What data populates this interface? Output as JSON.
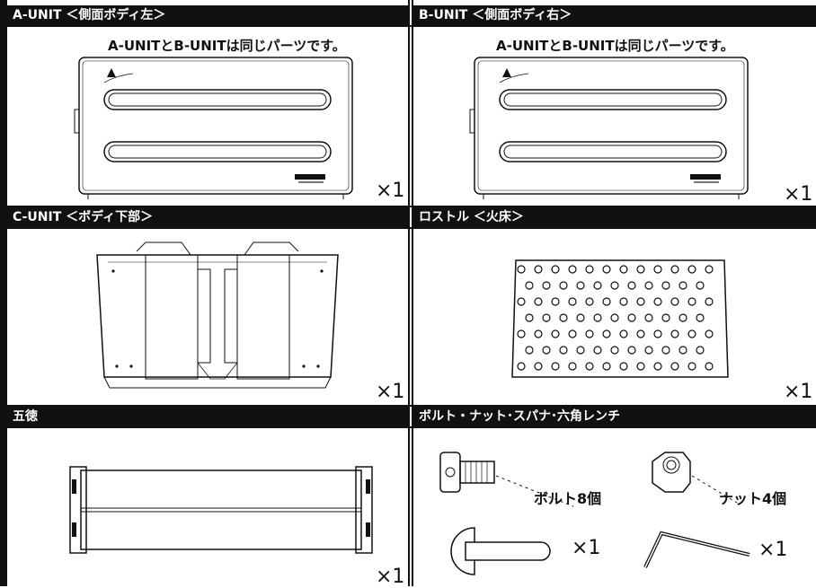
{
  "panels": {
    "a_unit": {
      "header": "A-UNIT ＜側面ボディ左＞",
      "caption": "A-UNITとB-UNITは同じパーツです。",
      "quantity": "×1"
    },
    "b_unit": {
      "header": "B-UNIT ＜側面ボディ右＞",
      "caption": "A-UNITとB-UNITは同じパーツです。",
      "quantity": "×1"
    },
    "c_unit": {
      "header": "C-UNIT ＜ボディ下部＞",
      "quantity": "×1"
    },
    "rostle": {
      "header": "ロストル ＜火床＞",
      "quantity": "×1"
    },
    "gotoku": {
      "header": "五徳",
      "quantity": "×1"
    },
    "hardware": {
      "header": "ボルト・ナット･スパナ･六角レンチ",
      "bolt_label": "ボルト8個",
      "nut_label": "ナット4個",
      "spanner_qty": "×1",
      "hexkey_qty": "×1"
    }
  }
}
